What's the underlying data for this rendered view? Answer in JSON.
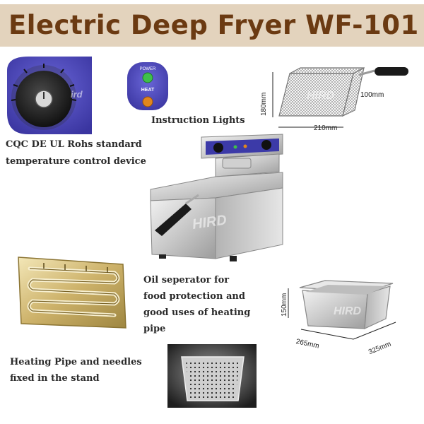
{
  "title": "Electric Deep Fryer WF-101",
  "captions": {
    "control_line1": "CQC DE UL Rohs standard",
    "control_line2": "temperature control device",
    "instruction_lights": "Instruction Lights",
    "oil_line1": "Oil seperator for",
    "oil_line2": "food protection and",
    "oil_line3": "good uses of heating",
    "oil_line4": "pipe",
    "heating_line1": "Heating Pipe and needles",
    "heating_line2": "fixed in the stand"
  },
  "lights": {
    "power": "POWER",
    "heat": "HEAT"
  },
  "basket_dims": {
    "height": "180mm",
    "depth": "100mm",
    "width": "210mm"
  },
  "pan_dims": {
    "height": "150mm",
    "width": "265mm",
    "length": "325mm"
  },
  "watermark": "HIRD",
  "colors": {
    "title_bg": "#e3d3bd",
    "title_text": "#6b3a12",
    "panel_blue": "#4b47b8",
    "power_green": "#3fbf4a",
    "heat_orange": "#e0861e"
  }
}
